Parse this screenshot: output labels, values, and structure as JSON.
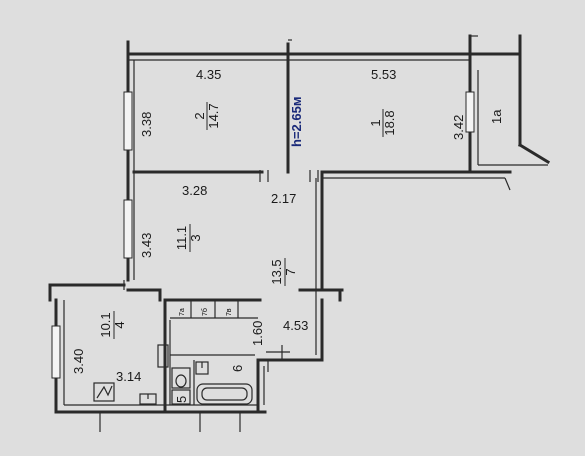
{
  "height_label": "h=2.65м",
  "rooms": [
    {
      "id": "room-1",
      "number": "1",
      "area": "18.8"
    },
    {
      "id": "room-1a",
      "number": "1а",
      "area": ""
    },
    {
      "id": "room-2",
      "number": "2",
      "area": "14.7"
    },
    {
      "id": "room-3",
      "number": "3",
      "area": "11.1"
    },
    {
      "id": "room-4",
      "number": "4",
      "area": "10.1"
    },
    {
      "id": "room-5",
      "number": "5",
      "area": ""
    },
    {
      "id": "room-6",
      "number": "6",
      "area": ""
    },
    {
      "id": "room-7",
      "number": "7",
      "area": "13.5"
    }
  ],
  "closets": [
    "7а",
    "7б",
    "7в"
  ],
  "dimensions": {
    "room2_width": "4.35",
    "room2_depth": "3.38",
    "room1_width": "5.53",
    "balcony_depth": "3.42",
    "room3_width": "3.28",
    "passage_width": "2.17",
    "room3_depth": "3.43",
    "room4_depth": "3.40",
    "room4_width": "3.14",
    "hall_length": "4.53",
    "corridor_width": "1.60"
  }
}
